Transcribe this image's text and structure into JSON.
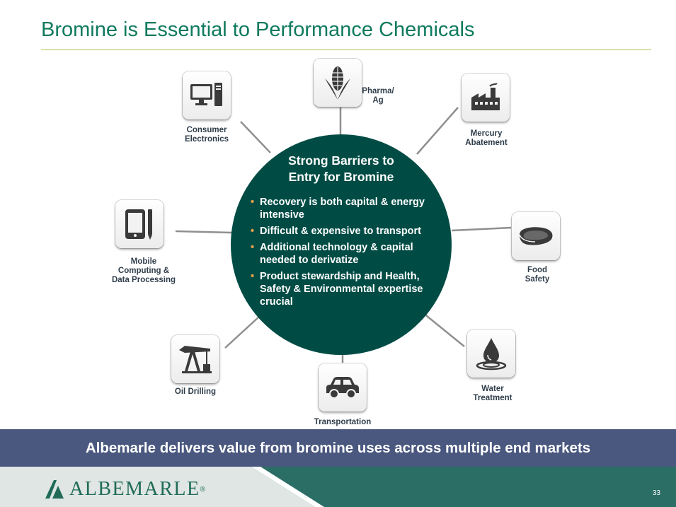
{
  "slide": {
    "title": "Bromine is Essential to Performance Chemicals",
    "page_number": "33"
  },
  "hub": {
    "title_line1": "Strong Barriers to",
    "title_line2": "Entry for Bromine",
    "bullets": [
      "Recovery is both capital & energy intensive",
      "Difficult & expensive to transport",
      "Additional technology & capital needed to derivatize",
      "Product stewardship and Health, Safety & Environmental expertise crucial"
    ]
  },
  "markets": {
    "consumer_electronics": {
      "label": "Consumer\nElectronics",
      "icon": "computer-icon"
    },
    "pharma_ag": {
      "label": "Pharma/\nAg",
      "icon": "corn-icon"
    },
    "mercury_abatement": {
      "label": "Mercury\nAbatement",
      "icon": "factory-icon"
    },
    "mobile_computing": {
      "label": "Mobile\nComputing  &\nData Processing",
      "icon": "tablet-icon"
    },
    "food_safety": {
      "label": "Food\nSafety",
      "icon": "steak-icon"
    },
    "oil_drilling": {
      "label": "Oil Drilling",
      "icon": "oil-pump-icon"
    },
    "transportation": {
      "label": "Transportation",
      "icon": "car-icon"
    },
    "water_treatment": {
      "label": "Water\nTreatment",
      "icon": "water-drop-icon"
    }
  },
  "banner": {
    "text": "Albemarle delivers value from bromine uses across multiple end markets"
  },
  "footer": {
    "logo_text": "ALBEMARLE",
    "logo_mark": "®"
  },
  "colors": {
    "title": "#0f7a5e",
    "hub": "#004c45",
    "bullet": "#e6a14a",
    "banner": "#4a587f",
    "footer_dark": "#2a6e66",
    "footer_light": "#dfe6e3"
  }
}
